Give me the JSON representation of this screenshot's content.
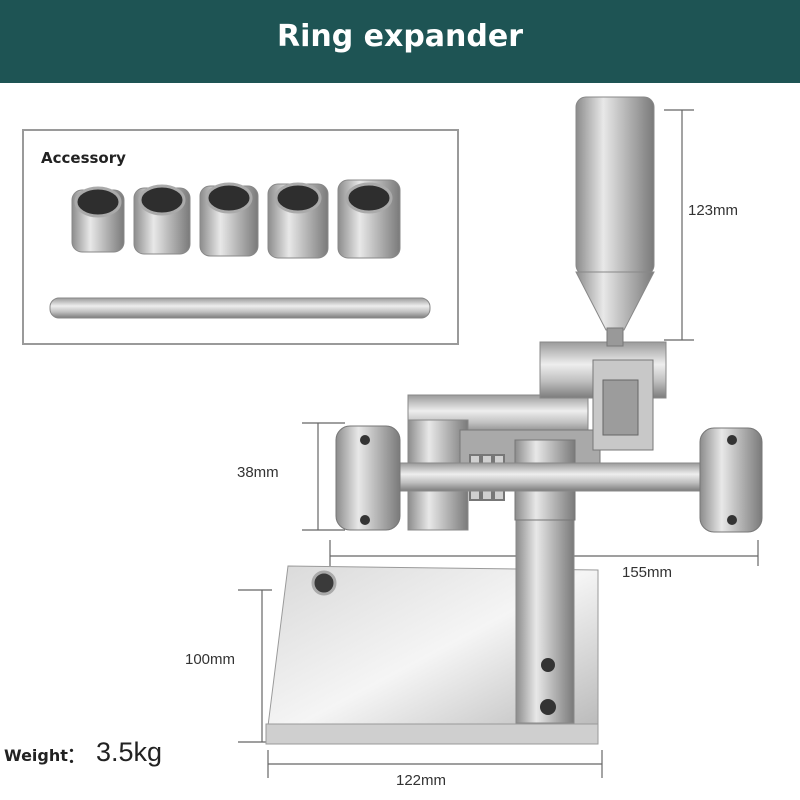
{
  "title": "Ring expander",
  "accessory": {
    "label": "Accessory",
    "bushing_count": 5
  },
  "dimensions": {
    "handle_height": "123mm",
    "roller_height": "38mm",
    "overall_width": "155mm",
    "base_depth": "100mm",
    "base_width": "122mm"
  },
  "weight": {
    "label": "Weight",
    "colon": "：",
    "value": "3.5kg"
  },
  "colors": {
    "header_bg": "#1e5454",
    "header_text": "#ffffff",
    "box_border": "#9a9a9a"
  }
}
